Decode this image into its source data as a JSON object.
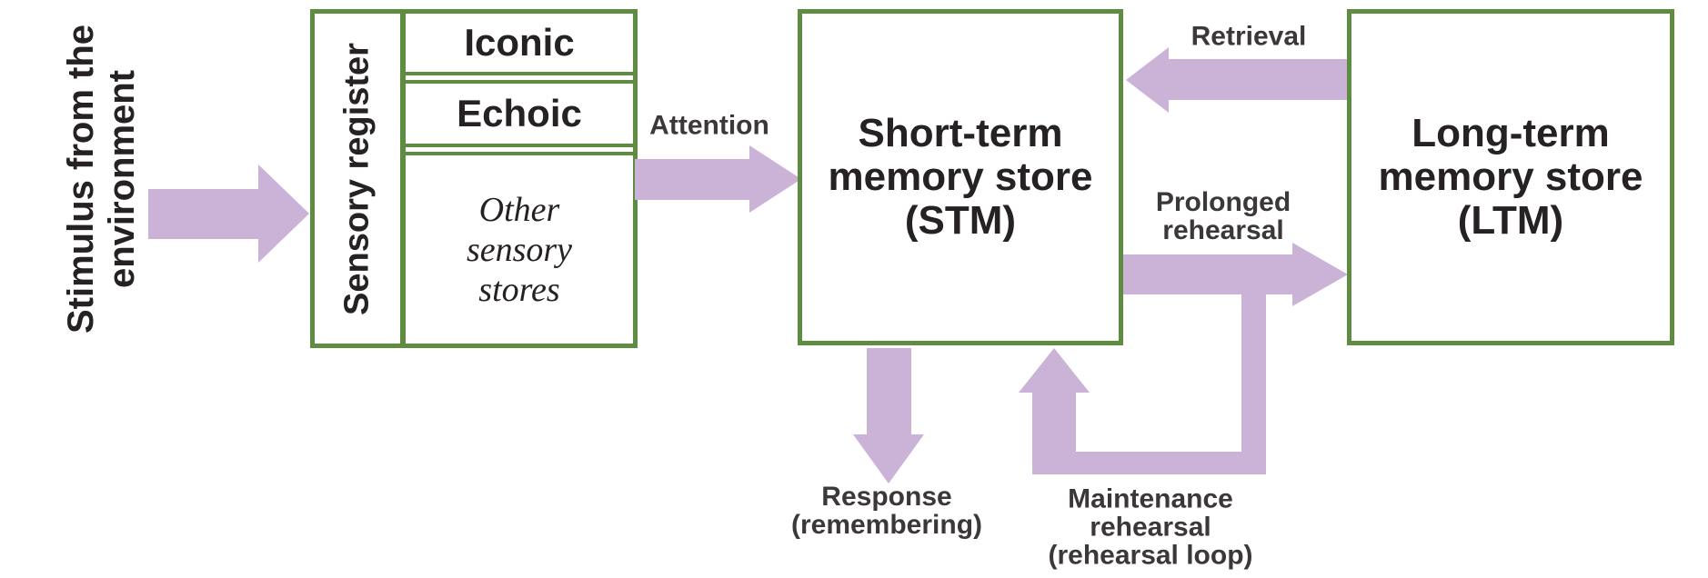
{
  "colors": {
    "arrow_fill": "#cbb2d7",
    "box_border": "#5e8c40",
    "title_text": "#262122",
    "label_text": "#3c3738"
  },
  "stimulus_label": {
    "line1": "Stimulus from the",
    "line2": "environment"
  },
  "sensory_register": {
    "title": "Sensory register",
    "cells": {
      "iconic": "Iconic",
      "echoic": "Echoic",
      "other": {
        "line1": "Other",
        "line2": "sensory",
        "line3": "stores"
      }
    }
  },
  "stm_box": {
    "line1": "Short-term",
    "line2": "memory store",
    "line3": "(STM)"
  },
  "ltm_box": {
    "line1": "Long-term",
    "line2": "memory store",
    "line3": "(LTM)"
  },
  "arrow_labels": {
    "attention": "Attention",
    "retrieval": "Retrieval",
    "prolonged": {
      "line1": "Prolonged",
      "line2": "rehearsal"
    },
    "response": {
      "line1": "Response",
      "line2": "(remembering)"
    },
    "maintenance": {
      "line1": "Maintenance",
      "line2": "rehearsal",
      "line3": "(rehearsal loop)"
    }
  }
}
